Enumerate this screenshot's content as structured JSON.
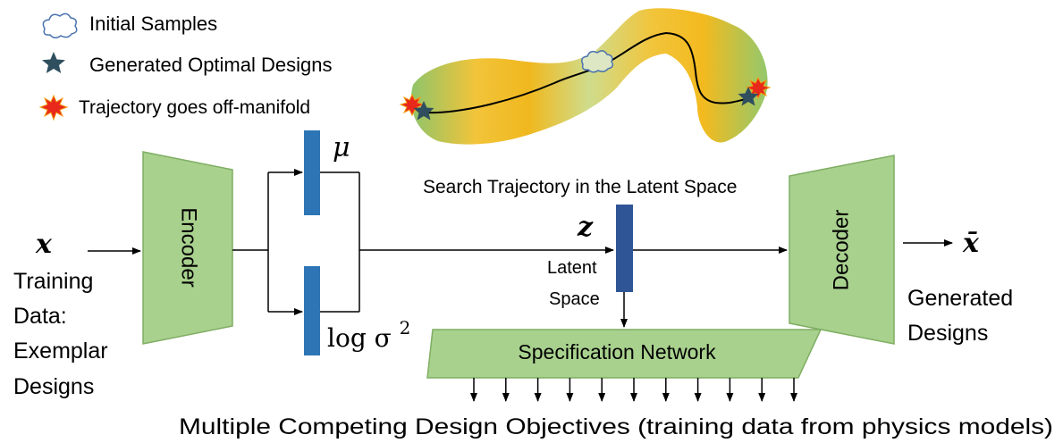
{
  "legend": {
    "initial_samples": "Initial Samples",
    "generated_optimal_designs": "Generated Optimal Designs",
    "trajectory_off_manifold": "Trajectory goes off-manifold"
  },
  "input": {
    "symbol": "x",
    "caption_lines": [
      "Training",
      "Data:",
      "Exemplar",
      "Designs"
    ]
  },
  "encoder": {
    "label": "Encoder"
  },
  "mu": {
    "label": "μ"
  },
  "log_var": {
    "label": "log σ",
    "superscript": "2"
  },
  "latent": {
    "symbol": "z",
    "caption_lines": [
      "Latent",
      "Space"
    ],
    "trajectory_title": "Search Trajectory in the Latent Space"
  },
  "decoder": {
    "label": "Decoder"
  },
  "output": {
    "symbol": "x̄",
    "caption_lines": [
      "Generated",
      "Designs"
    ]
  },
  "spec_network": {
    "label": "Specification Network",
    "output_arrow_count": 11
  },
  "footer": {
    "objectives": "Multiple Competing Design Objectives (training data from physics models)"
  },
  "colors": {
    "block_green": "#a9d18e",
    "vector_blue": "#2e75b6",
    "latent_blue": "#2f5597",
    "manifold_yellow": "#f5c518",
    "manifold_green": "#a9d18e",
    "star_dark": "#2f4f5f",
    "burst_red": "#e8281a",
    "cloud_outline": "#4a72b0"
  }
}
